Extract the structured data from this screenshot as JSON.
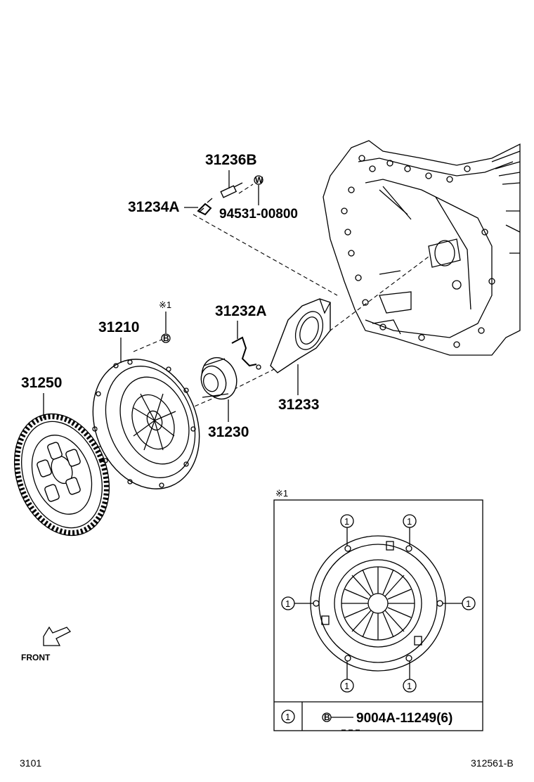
{
  "parts": {
    "p31236B": "31236B",
    "p31234A": "31234A",
    "p94531": "94531-00800",
    "p31232A": "31232A",
    "p31210": "31210",
    "p31250": "31250",
    "p31233": "31233",
    "p31230": "31230"
  },
  "marks": {
    "w": "W",
    "b": "B",
    "one": "1",
    "note": "※1"
  },
  "inset": {
    "note": "※1",
    "legend_symbol": "1",
    "legend_b": "B",
    "legend_part": "9004A-11249(6)"
  },
  "front_label": "FRONT",
  "footer": {
    "left": "3101",
    "right": "312561-B"
  }
}
